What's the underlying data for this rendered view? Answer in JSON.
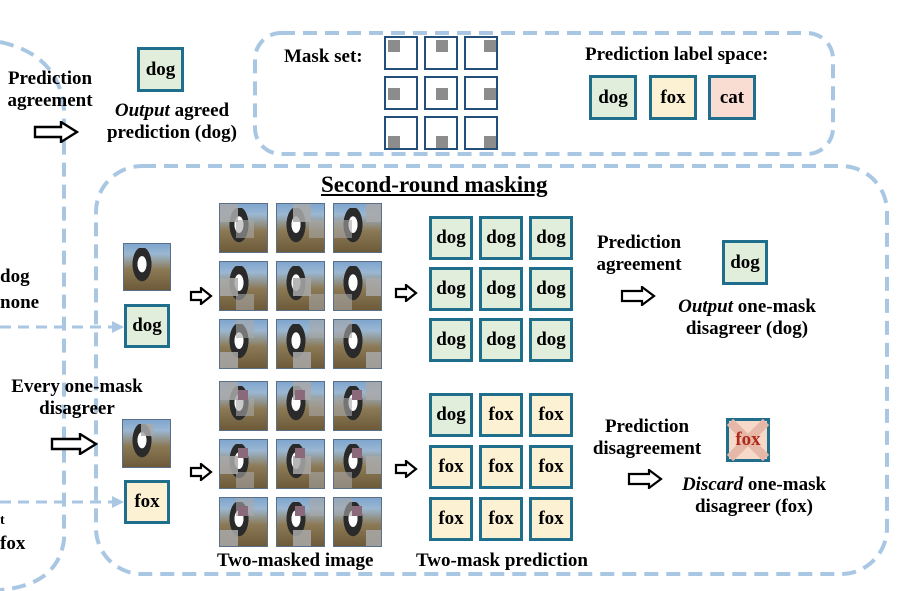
{
  "left": {
    "prediction_agreement": [
      "Prediction",
      "agreement"
    ],
    "output_word": "Output",
    "output_rest": " agreed",
    "output_line2": "prediction (dog)",
    "dog_box": "dog",
    "cut_dog": "dog",
    "cut_none": "none",
    "every_one_mask": [
      "Every one-mask",
      "disagreer"
    ],
    "cut_fox": "fox",
    "cut_fox_top": "t"
  },
  "top_panel": {
    "mask_set_label": "Mask set:",
    "label_space_label": "Prediction label space:",
    "labels": [
      "dog",
      "fox",
      "cat"
    ]
  },
  "second_round": {
    "title": "Second-round masking",
    "input_labels": [
      "dog",
      "fox"
    ],
    "top_grid": [
      "dog",
      "dog",
      "dog",
      "dog",
      "dog",
      "dog",
      "dog",
      "dog",
      "dog"
    ],
    "bottom_grid": [
      "dog",
      "fox",
      "fox",
      "fox",
      "fox",
      "fox",
      "fox",
      "fox",
      "fox"
    ],
    "top_result": {
      "heading": [
        "Prediction",
        "agreement"
      ],
      "box": "dog",
      "output_word": "Output",
      "output_rest": " one-mask",
      "line2": "disagreer (dog)"
    },
    "bottom_result": {
      "heading": [
        "Prediction",
        "disagreement"
      ],
      "box": "fox",
      "discard_word": "Discard",
      "discard_rest": " one-mask",
      "line2": "disagreer (fox)"
    },
    "caption_images": "Two-masked image",
    "caption_predictions": "Two-mask prediction"
  },
  "colors": {
    "dashed_border": "#a9c7e3",
    "box_border": "#1f6e8c",
    "dog_fill": "#e1eedc",
    "fox_fill": "#fdf1d4",
    "cat_fill": "#f9ddd3"
  }
}
